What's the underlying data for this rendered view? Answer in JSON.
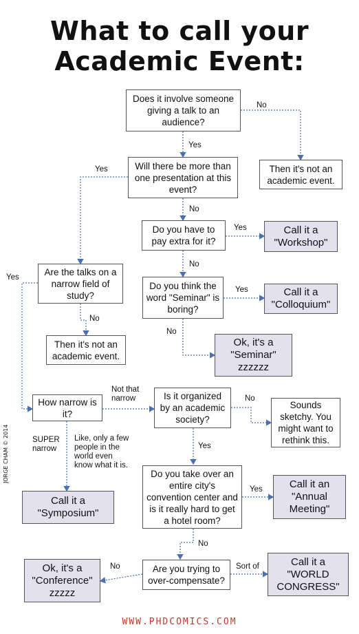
{
  "title": {
    "line1": "What to call your",
    "line2": "Academic Event:"
  },
  "nodes": {
    "q_talk": "Does it involve someone giving a talk to an audience?",
    "not_academic_1": "Then it's not an academic event.",
    "q_more_than_one": "Will there be more than one presentation at this event?",
    "q_pay_extra": "Do you have to pay extra for it?",
    "workshop": "Call it a \"Workshop\"",
    "q_narrow_field": "Are the talks on a narrow field of study?",
    "q_seminar_boring": "Do you think the word \"Seminar\" is boring?",
    "colloquium": "Call it a \"Colloquium\"",
    "not_academic_2": "Then it's not an academic event.",
    "seminar": "Ok, it's a \"Seminar\" zzzzzz",
    "q_how_narrow": "How narrow is it?",
    "q_organized": "Is it organized by an academic society?",
    "sketchy": "Sounds sketchy. You might want to rethink this.",
    "symposium": "Call it a \"Symposium\"",
    "q_take_over": "Do you take over an entire city's convention center and is it really hard to get a hotel room?",
    "annual_meeting": "Call it an \"Annual Meeting\"",
    "conference": "Ok, it's a \"Conference\" zzzzz",
    "q_overcompensate": "Are you trying to over-compensate?",
    "world_congress": "Call it a \"WORLD CONGRESS\""
  },
  "edges": {
    "talk_no": "No",
    "talk_yes": "Yes",
    "more_yes": "Yes",
    "more_no": "No",
    "pay_yes": "Yes",
    "pay_no": "No",
    "narrow_yes": "Yes",
    "narrow_no": "No",
    "boring_yes": "Yes",
    "boring_no": "No",
    "how_not_that": "Not that narrow",
    "how_super": "SUPER narrow",
    "how_like": "Like, only a few people in the world even know what it is.",
    "org_no": "No",
    "org_yes": "Yes",
    "takeover_yes": "Yes",
    "takeover_no": "No",
    "over_no": "No",
    "over_sortof": "Sort of"
  },
  "credit": "JORGE CHAM © 2014",
  "footer_url": "WWW.PHDCOMICS.COM",
  "colors": {
    "answer_fill": "#e4e1ee",
    "connector": "#4a6fb5",
    "url": "#c0392b"
  }
}
